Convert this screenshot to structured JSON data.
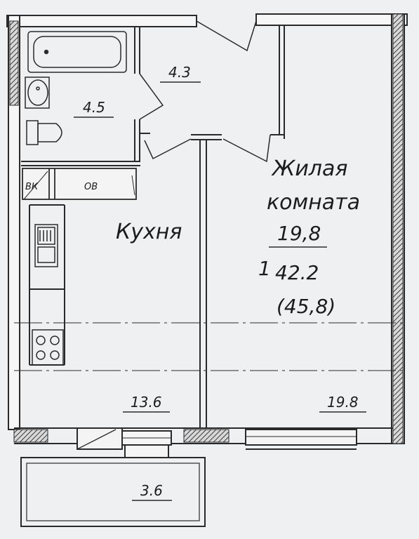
{
  "plan": {
    "rooms": {
      "bathroom": {
        "area": "4.5"
      },
      "hallway": {
        "area": "4.3"
      },
      "vk": {
        "label": "ВК"
      },
      "ov": {
        "label": "ОВ"
      },
      "kitchen": {
        "name": "Кухня",
        "area": "13.6"
      },
      "living": {
        "name_line1": "Жилая",
        "name_line2": "комната",
        "area": "19,8",
        "area_repeat": "19.8"
      },
      "balcony": {
        "area": "3.6"
      }
    },
    "apartment": {
      "room_count": "1",
      "total_area": "42.2",
      "area_with_balcony": "(45,8)"
    },
    "colors": {
      "paper": "#eef0f2",
      "wall_line": "#2a2a2a",
      "hatch": "#3a3a3a"
    }
  }
}
